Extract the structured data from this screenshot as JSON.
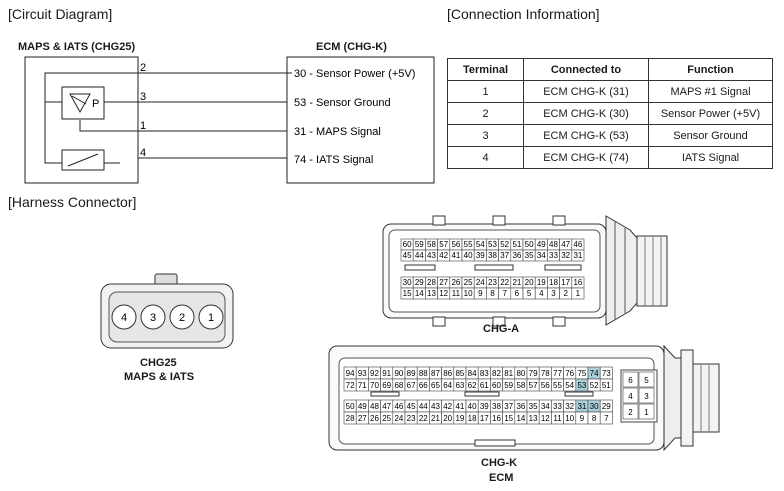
{
  "sections": {
    "circuit_diagram": "[Circuit Diagram]",
    "connection_information": "[Connection Information]",
    "harness_connector": "[Harness Connector]"
  },
  "circuit": {
    "sensor_title": "MAPS & IATS (CHG25)",
    "ecm_title": "ECM (CHG-K)",
    "sensor_pins": [
      "2",
      "3",
      "1",
      "4"
    ],
    "sensor_letter": "P",
    "ecm_pins": [
      "30 - Sensor Power (+5V)",
      "53 - Sensor Ground",
      "31 - MAPS Signal",
      "74 - IATS Signal"
    ]
  },
  "connection_table": {
    "headers": [
      "Terminal",
      "Connected to",
      "Function"
    ],
    "rows": [
      [
        "1",
        "ECM CHG-K (31)",
        "MAPS #1 Signal"
      ],
      [
        "2",
        "ECM CHG-K (30)",
        "Sensor Power (+5V)"
      ],
      [
        "3",
        "ECM CHG-K (53)",
        "Sensor Ground"
      ],
      [
        "4",
        "ECM CHG-K (74)",
        "IATS Signal"
      ]
    ]
  },
  "chg25": {
    "pins": [
      "4",
      "3",
      "2",
      "1"
    ],
    "label_line1": "CHG25",
    "label_line2": "MAPS & IATS"
  },
  "chg_a": {
    "label": "CHG-A",
    "row1": [
      "60",
      "59",
      "58",
      "57",
      "56",
      "55",
      "54",
      "53",
      "52",
      "51",
      "50",
      "49",
      "48",
      "47",
      "46"
    ],
    "row2": [
      "45",
      "44",
      "43",
      "42",
      "41",
      "40",
      "39",
      "38",
      "37",
      "36",
      "35",
      "34",
      "33",
      "32",
      "31"
    ],
    "row3": [
      "30",
      "29",
      "28",
      "27",
      "26",
      "25",
      "24",
      "23",
      "22",
      "21",
      "20",
      "19",
      "18",
      "17",
      "16"
    ],
    "row4": [
      "15",
      "14",
      "13",
      "12",
      "11",
      "10",
      "9",
      "8",
      "7",
      "6",
      "5",
      "4",
      "3",
      "2",
      "1"
    ]
  },
  "chg_k": {
    "label_line1": "CHG-K",
    "label_line2": "ECM",
    "highlight_color": "#a8cfd8",
    "highlight_pins": [
      "74",
      "53",
      "31",
      "30"
    ],
    "row1": [
      "94",
      "93",
      "92",
      "91",
      "90",
      "89",
      "88",
      "87",
      "86",
      "85",
      "84",
      "83",
      "82",
      "81",
      "80",
      "79",
      "78",
      "77",
      "76",
      "75",
      "74",
      "73"
    ],
    "row2": [
      "72",
      "71",
      "70",
      "69",
      "68",
      "67",
      "66",
      "65",
      "64",
      "63",
      "62",
      "61",
      "60",
      "59",
      "58",
      "57",
      "56",
      "55",
      "54",
      "53",
      "52",
      "51"
    ],
    "row3": [
      "50",
      "49",
      "48",
      "47",
      "46",
      "45",
      "44",
      "43",
      "42",
      "41",
      "40",
      "39",
      "38",
      "37",
      "36",
      "35",
      "34",
      "33",
      "32",
      "31",
      "30",
      "29"
    ],
    "row4": [
      "28",
      "27",
      "26",
      "25",
      "24",
      "23",
      "22",
      "21",
      "20",
      "19",
      "18",
      "17",
      "16",
      "15",
      "14",
      "13",
      "12",
      "11",
      "10",
      "9",
      "8",
      "7"
    ],
    "side": [
      [
        "6",
        "5"
      ],
      [
        "4",
        "3"
      ],
      [
        "2",
        "1"
      ]
    ]
  }
}
